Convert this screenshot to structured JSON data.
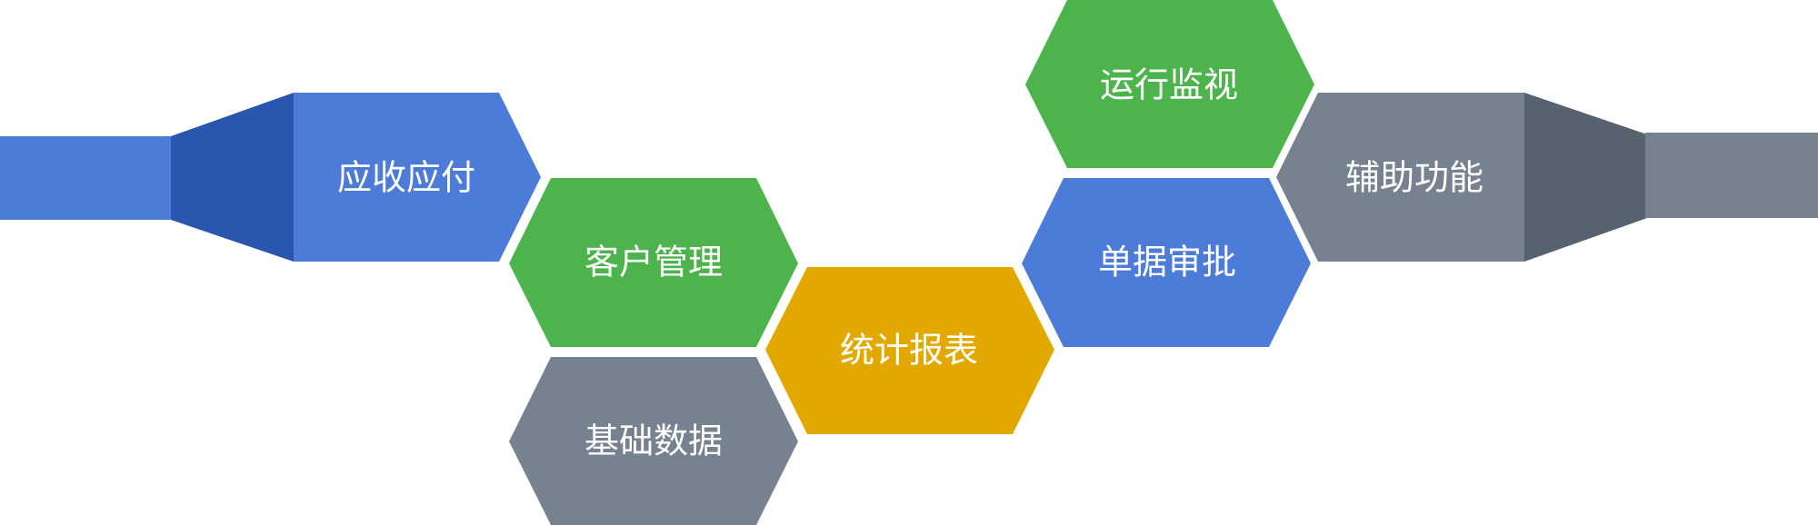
{
  "colors": {
    "blue": "#4c7bd8",
    "blue_dark": "#2a56b0",
    "green": "#4db44d",
    "gold": "#e3a800",
    "gray": "#76828f",
    "gray_dark": "#57626f",
    "label": "#ffffff"
  },
  "modules": {
    "receivable_payable": "应收应付",
    "customer_management": "客户管理",
    "basic_data": "基础数据",
    "statistics_reports": "统计报表",
    "operation_monitoring": "运行监视",
    "document_approval": "单据审批",
    "auxiliary_functions": "辅助功能"
  }
}
